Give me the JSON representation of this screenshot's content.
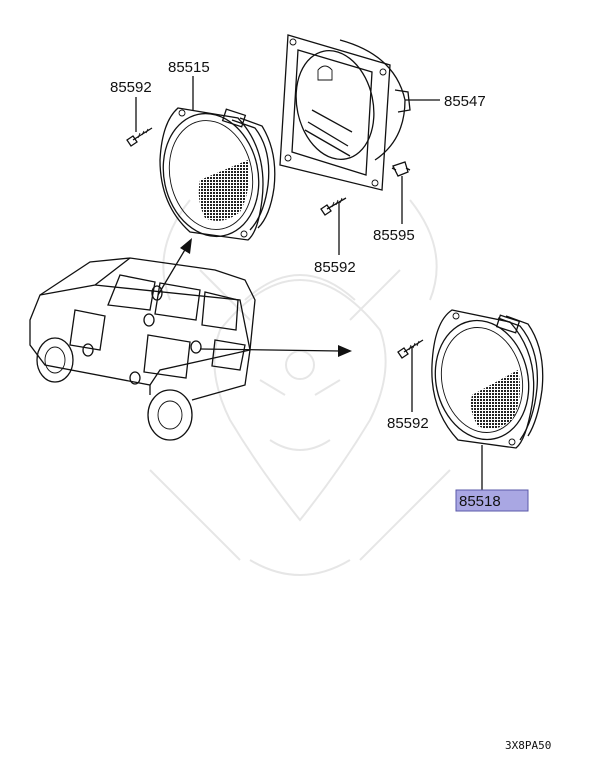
{
  "labels": {
    "p85515": "85515",
    "p85592_a": "85592",
    "p85547": "85547",
    "p85595": "85595",
    "p85592_b": "85592",
    "p85592_c": "85592",
    "p85518": "85518"
  },
  "diagram_code": "3X8PA50",
  "colors": {
    "line": "#111111",
    "highlight": "#a9a7e3",
    "watermark": "#e4e4e4",
    "background": "#ffffff"
  }
}
